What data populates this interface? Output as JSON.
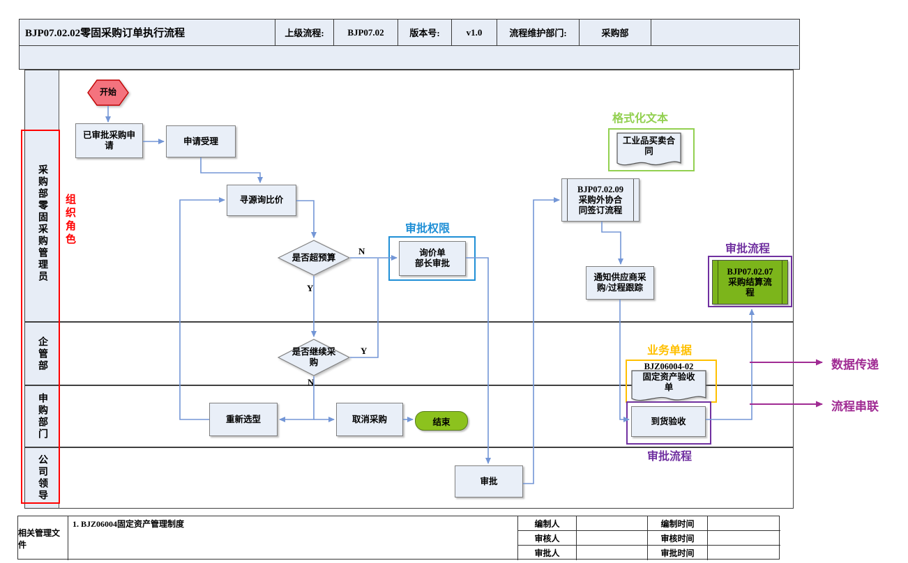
{
  "header": {
    "title": "BJP07.02.02零固采购订单执行流程",
    "parent_process_label": "上级流程:",
    "parent_process_value": "BJP07.02",
    "version_label": "版本号:",
    "version_value": "v1.0",
    "maintain_dept_label": "流程维护部门:",
    "maintain_dept_value": "采购部"
  },
  "lanes": {
    "annotation": "组织角色",
    "items": [
      {
        "label": "采购部零固采购管理员"
      },
      {
        "label": "企管部"
      },
      {
        "label": "申购部门"
      },
      {
        "label": "公司领导"
      }
    ]
  },
  "nodes": {
    "start": "开始",
    "approved_request": "已审批采购申\n请",
    "accept_request": "申请受理",
    "sourcing_inquiry": "寻源询比价",
    "over_budget": "是否超预算",
    "inquiry_approval": "询价单\n部长审批",
    "continue_purchase": "是否继续采\n购",
    "reselect": "重新选型",
    "cancel_purchase": "取消采购",
    "end": "结束",
    "approve": "审批",
    "contract_subprocess": "BJP07.02.09\n采购外协合\n同签订流程",
    "notify_supplier": "通知供应商采\n购/过程跟踪",
    "sales_contract": "工业品买卖合\n同",
    "acceptance_doc": "BJZ06004-02\n固定资产验收\n单",
    "goods_receipt": "到货验收",
    "settlement_subprocess": "BJP07.02.07\n采购结算流\n程"
  },
  "branch_labels": {
    "over_budget_no": "N",
    "over_budget_yes": "Y",
    "continue_yes": "Y",
    "continue_no": "N"
  },
  "annotations": {
    "approval_authority": "审批权限",
    "formatted_text": "格式化文本",
    "business_document": "业务单据",
    "approval_process_right": "审批流程",
    "approval_process_bottom": "审批流程",
    "data_transfer": "数据传递",
    "process_link": "流程串联"
  },
  "footer": {
    "related_docs_label": "相关管理文件",
    "related_docs_value": "1. BJZ06004固定资产管理制度",
    "rows": [
      {
        "person": "编制人",
        "time": "编制时间"
      },
      {
        "person": "审核人",
        "time": "审核时间"
      },
      {
        "person": "审批人",
        "time": "审批时间"
      }
    ]
  },
  "colors": {
    "panel_fill": "#E7EDF6",
    "node_fill": "#E9EFF8",
    "node_border": "#7F7F7F",
    "start_fill": "#F4737E",
    "start_border": "#C00000",
    "end_fill": "#8CC21E",
    "settlement_fill": "#7CB51B",
    "connector": "#7396D6",
    "approval_authority": "#1F8FD6",
    "formatted_text": "#92D050",
    "business_document": "#FFC000",
    "approval_process": "#7030A0",
    "transfer_arrow": "#A02B93",
    "role_annotation": "#FF0000"
  }
}
